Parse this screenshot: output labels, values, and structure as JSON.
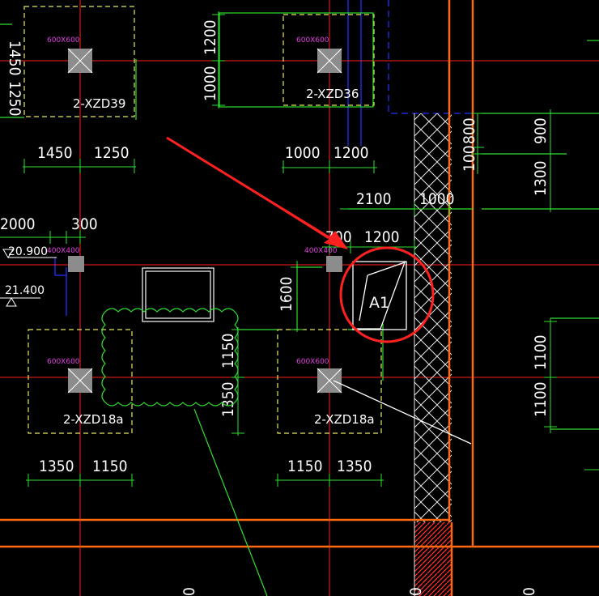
{
  "colors": {
    "background": "#000000",
    "grid_axis": "#ff2020",
    "wall": "#ff6a10",
    "dimension": "#30e030",
    "pile_cap": "#e8e860",
    "column_fill": "#8c8c8c",
    "column_label": "#e040e0",
    "blue_outline": "#2030ff",
    "highlight_circle": "#ff2020",
    "arrow": "#ff2020",
    "cloud": "#30e030"
  },
  "foundations": [
    {
      "id": "cap-2-XZD39",
      "label": "2-XZD39",
      "column_size": "600X600"
    },
    {
      "id": "cap-2-XZD36",
      "label": "2-XZD36",
      "column_size": "600X600"
    },
    {
      "id": "cap-2-XZD18a-left",
      "label": "2-XZD18a",
      "column_size": "600X600"
    },
    {
      "id": "cap-2-XZD18a-right",
      "label": "2-XZD18a",
      "column_size": "600X600"
    }
  ],
  "small_columns": [
    {
      "id": "col-left",
      "size": "400X400"
    },
    {
      "id": "col-mid",
      "size": "400X400"
    }
  ],
  "dimensions": {
    "d_1450": "1450",
    "d_1250": "1250",
    "d_1200_v": "1200",
    "d_1000_v": "1000",
    "d_1000_h": "1000",
    "d_1200_h": "1200",
    "d_800": "800",
    "d_100": "100",
    "d_900": "900",
    "d_1300": "1300",
    "d_2100": "2100",
    "d_1000_r": "1000",
    "d_2000": "2000",
    "d_300": "300",
    "d_700": "700",
    "d_1200_m": "1200",
    "d_1600": "1600",
    "d_1150_v": "1150",
    "d_1350_v": "1350",
    "d_1100_a": "1100",
    "d_1100_b": "1100",
    "d_1350_l": "1350",
    "d_1150_l": "1150",
    "d_1150_r": "1150",
    "d_1350_r": "1350",
    "d_0_a": "0",
    "d_0_b": "0",
    "d_0_c": "0",
    "d_edge_top": "1450",
    "d_edge_mid": "1250"
  },
  "elevations": {
    "e1": "20.900",
    "e2": "21.400"
  },
  "annotation": {
    "label": "A1"
  }
}
